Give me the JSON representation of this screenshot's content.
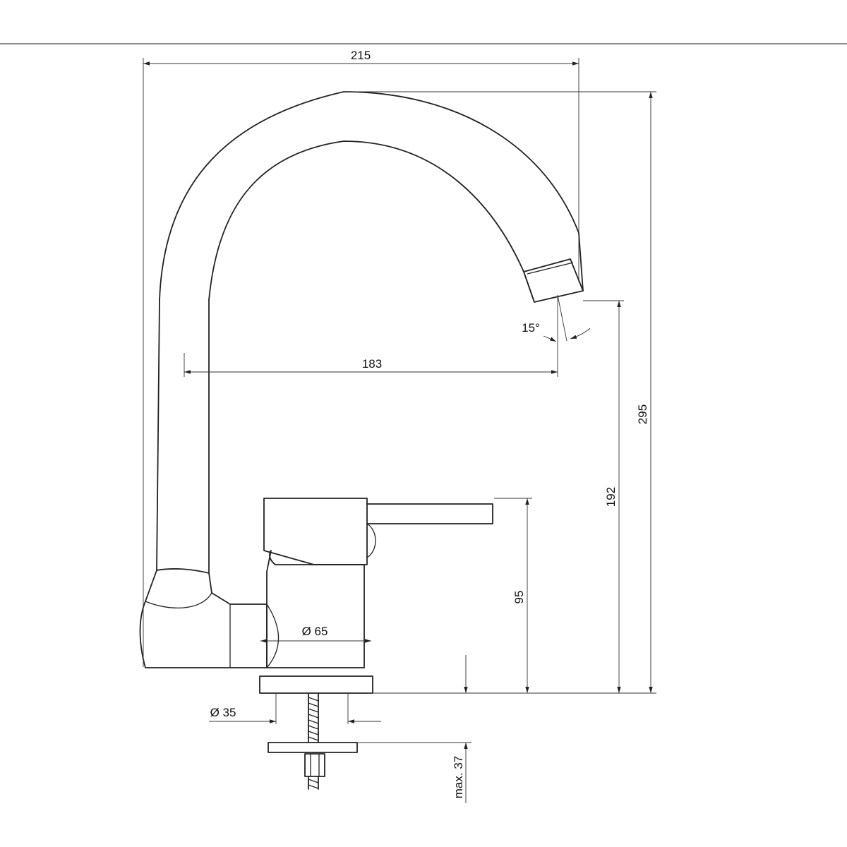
{
  "dimensions": {
    "overall_reach": "215",
    "spout_reach": "183",
    "spout_angle": "15°",
    "total_height": "295",
    "spout_height": "192",
    "body_height": "95",
    "base_diameter": "Ø 65",
    "shank_diameter": "Ø 35",
    "max_counter_thickness": "max. 37"
  }
}
